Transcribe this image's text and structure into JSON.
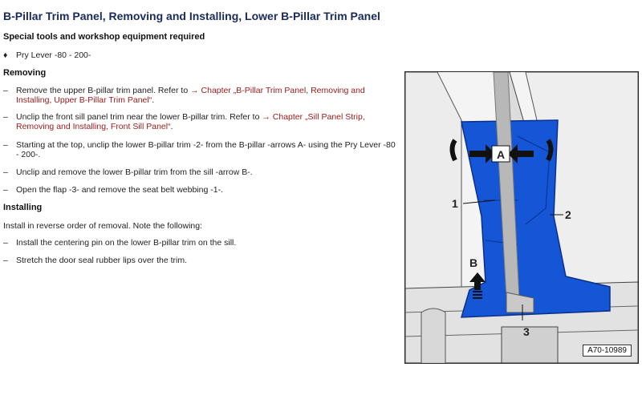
{
  "page_title": "B-Pillar Trim Panel, Removing and Installing, Lower B-Pillar Trim Panel",
  "tools": {
    "heading": "Special tools and workshop equipment required",
    "items": [
      {
        "bullet": "♦",
        "text": "Pry Lever -80 - 200-"
      }
    ]
  },
  "removing": {
    "heading": "Removing",
    "steps": [
      {
        "dash": "–",
        "text": "Remove the upper B-pillar trim panel. Refer to ",
        "link": "→ Chapter „B-Pillar Trim Panel, Removing and Installing, Upper B-Pillar Trim Panel“",
        "tail": "."
      },
      {
        "dash": "–",
        "text": "Unclip the front sill panel trim near the lower B-pillar trim. Refer to ",
        "link": "→ Chapter „Sill Panel Strip, Removing and Installing, Front Sill Panel“",
        "tail": "."
      },
      {
        "dash": "–",
        "text": "Starting at the top, unclip the lower B-pillar trim -2- from the B-pillar -arrows A- using the Pry Lever -80 - 200-.",
        "link": "",
        "tail": ""
      },
      {
        "dash": "–",
        "text": "Unclip and remove the lower B-pillar trim from the sill -arrow B-.",
        "link": "",
        "tail": ""
      },
      {
        "dash": "–",
        "text": "Open the flap -3- and remove the seat belt webbing -1-.",
        "link": "",
        "tail": ""
      }
    ]
  },
  "installing": {
    "heading": "Installing",
    "intro": "Install in reverse order of removal. Note the following:",
    "steps": [
      {
        "dash": "–",
        "text": "Install the centering pin on the lower B-pillar trim on the sill."
      },
      {
        "dash": "–",
        "text": "Stretch the door seal rubber lips over the trim."
      }
    ]
  },
  "figure": {
    "id": "A70-10989",
    "labels": {
      "arrow_a": "A",
      "arrow_b": "B",
      "belt": "1",
      "trim": "2",
      "flap": "3"
    },
    "colors": {
      "trim": "#1556d6",
      "trim_dark": "#0a2f8a",
      "belt": "#b8b8b8",
      "link": "#9a1a1a",
      "title": "#1a2a5a"
    }
  }
}
